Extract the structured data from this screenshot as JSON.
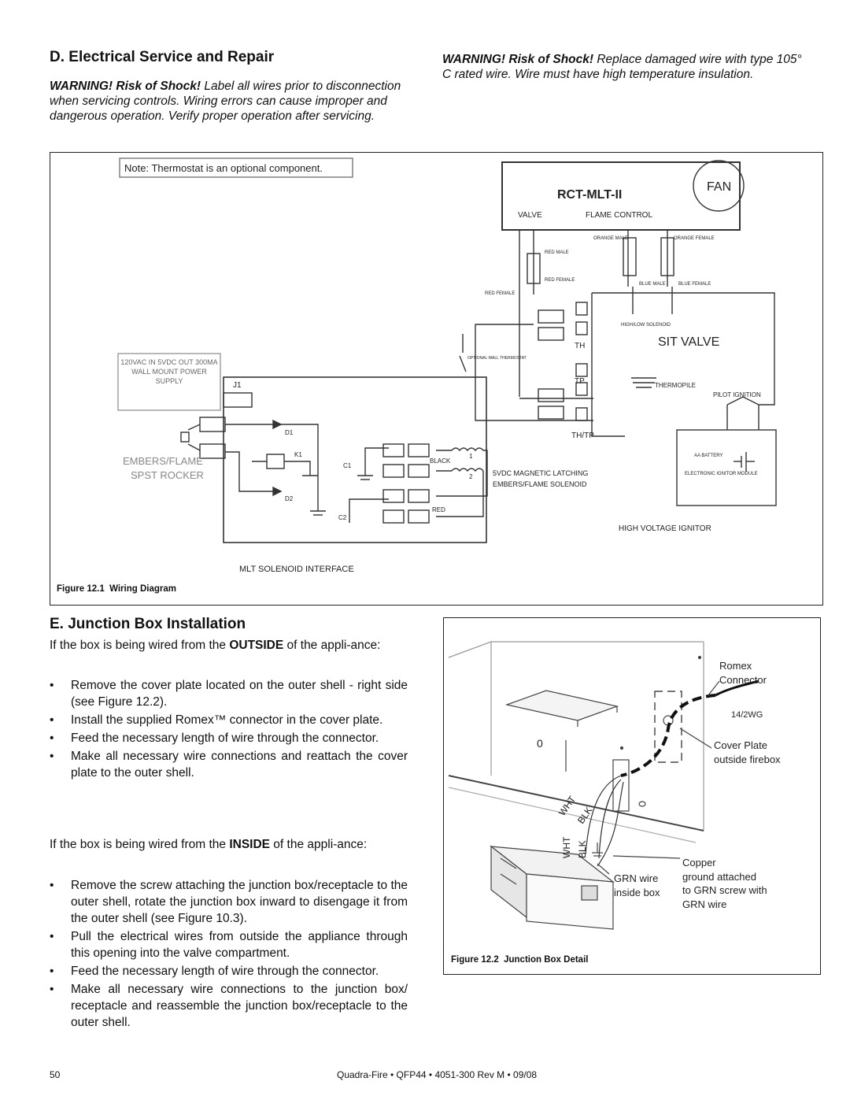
{
  "sectionD": {
    "heading": "D. Electrical Service and Repair",
    "warning_left_bold": "WARNING! Risk of Shock!",
    "warning_left_text": " Label all wires prior to disconnection when servicing controls. Wiring errors can cause improper and dangerous operation. Verify proper operation after servicing.",
    "warning_right_bold": "WARNING! Risk of Shock!",
    "warning_right_text": " Replace damaged wire with type 105° C rated wire. Wire must have high temperature insulation."
  },
  "figure1": {
    "caption_label": "Figure 12.1",
    "caption_title": "Wiring Diagram",
    "labels": {
      "note": "Note: Thermostat is an optional component.",
      "fan": "FAN",
      "module": "RCT-MLT-II",
      "valve": "VALVE",
      "flame_control": "FLAME CONTROL",
      "orange_male": "ORANGE MALE",
      "orange_female": "ORANGE FEMALE",
      "red_male": "RED MALE",
      "red_female": "RED FEMALE",
      "red_female_2": "RED FEMALE",
      "blue_male": "BLUE MALE",
      "blue_female": "BLUE FEMALE",
      "hilo": "HIGH/LOW SOLENOID",
      "sit_valve": "SIT VALVE",
      "th": "TH",
      "tp": "TP",
      "thtp": "TH/TP",
      "thermopile": "THERMOPILE",
      "pilot": "PILOT IGNITION",
      "optional_thermostat": "OPTIONAL WALL THERMOSTAT",
      "power_supply": "120VAC IN 5VDC OUT 300MA WALL MOUNT POWER SUPPLY",
      "j1": "J1",
      "d1": "D1",
      "d2": "D2",
      "k1": "K1",
      "c1": "C1",
      "c2": "C2",
      "black": "BLACK",
      "red": "RED",
      "one": "1",
      "two": "2",
      "rocker_1": "EMBERS/FLAME",
      "rocker_2": "SPST ROCKER",
      "magnetic_1": "5VDC MAGNETIC LATCHING",
      "magnetic_2": "EMBERS/FLAME SOLENOID",
      "aa_battery": "AA BATTERY",
      "ignitor_module": "ELECTRONIC IGNITOR MODULE",
      "hv_ignitor": "HIGH VOLTAGE IGNITOR",
      "interface": "MLT SOLENOID INTERFACE"
    }
  },
  "sectionE": {
    "heading": "E. Junction Box Installation",
    "outside_intro_a": "If the box is being wired from the ",
    "outside_intro_b": "OUTSIDE",
    "outside_intro_c": " of the appli-ance:",
    "outside_bullets": [
      "Remove the cover plate located on the outer shell - right side (see Figure 12.2).",
      "Install the supplied Romex™ connector in the cover plate.",
      "Feed the necessary length of wire through the connector.",
      "Make all necessary wire connections and reattach the cover plate to the outer shell."
    ],
    "inside_intro_a": "If the box is being wired from the ",
    "inside_intro_b": "INSIDE",
    "inside_intro_c": " of the appli-ance:",
    "inside_bullets": [
      "Remove the screw attaching the junction box/receptacle to the outer shell, rotate the junction box inward to disengage it from the outer shell (see Figure 10.3).",
      "Pull the electrical wires from outside the appliance through this opening into the valve compartment.",
      "Feed the necessary length of wire through the connector.",
      "Make all necessary wire connections to the junction box/ receptacle and reassemble the junction box/receptacle to the outer shell."
    ]
  },
  "figure2": {
    "caption_label": "Figure 12.2",
    "caption_title": "Junction Box Detail",
    "labels": {
      "romex_1": "Romex",
      "romex_2": "Connector",
      "wire_gauge": "14/2WG",
      "cover_1": "Cover Plate",
      "cover_2": "outside firebox",
      "wht": "WHT",
      "blk": "BLK",
      "wht2": "WHT",
      "blk2": "BLK",
      "grn_1": "GRN wire",
      "grn_2": "inside box",
      "copper_1": "Copper",
      "copper_2": "ground attached",
      "copper_3": "to GRN screw with",
      "copper_4": "GRN wire",
      "zero": "0"
    }
  },
  "footer": {
    "page_number": "50",
    "doc_info": "Quadra-Fire • QFP44 • 4051-300 Rev M • 09/08"
  }
}
